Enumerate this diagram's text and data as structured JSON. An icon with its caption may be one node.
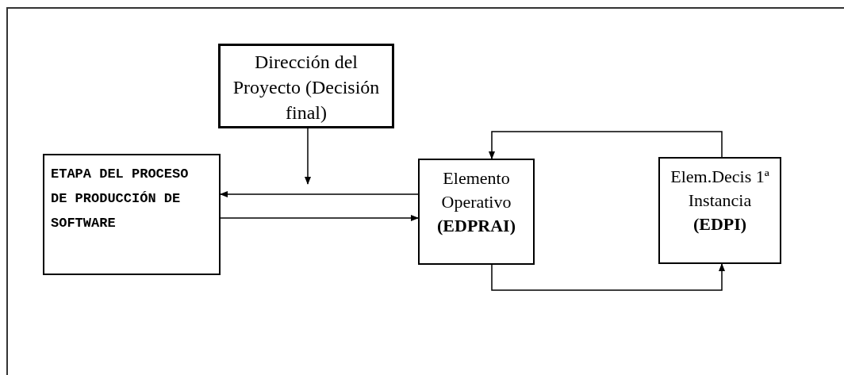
{
  "diagram": {
    "nodes": [
      {
        "text": [
          "Dirección del Proyecto (Decisión final)"
        ]
      },
      {
        "text": [
          "ETAPA DEL PROCESO DE PRODUCCIÓN DE SOFTWARE"
        ]
      },
      {
        "text": [
          "Elemento Operativo",
          "(EDPRAI)"
        ]
      },
      {
        "text": [
          "Elem.Decis 1ª Instancia",
          "(EDPI)"
        ]
      }
    ],
    "edges": [
      {
        "from": 0,
        "to": null,
        "arrow": "to"
      },
      {
        "from": 2,
        "to": 1,
        "arrow": "to"
      },
      {
        "from": 1,
        "to": 2,
        "arrow": "to"
      },
      {
        "from": 3,
        "to": 2,
        "arrow": "to"
      },
      {
        "from": 2,
        "to": 3,
        "arrow": "to"
      }
    ]
  }
}
